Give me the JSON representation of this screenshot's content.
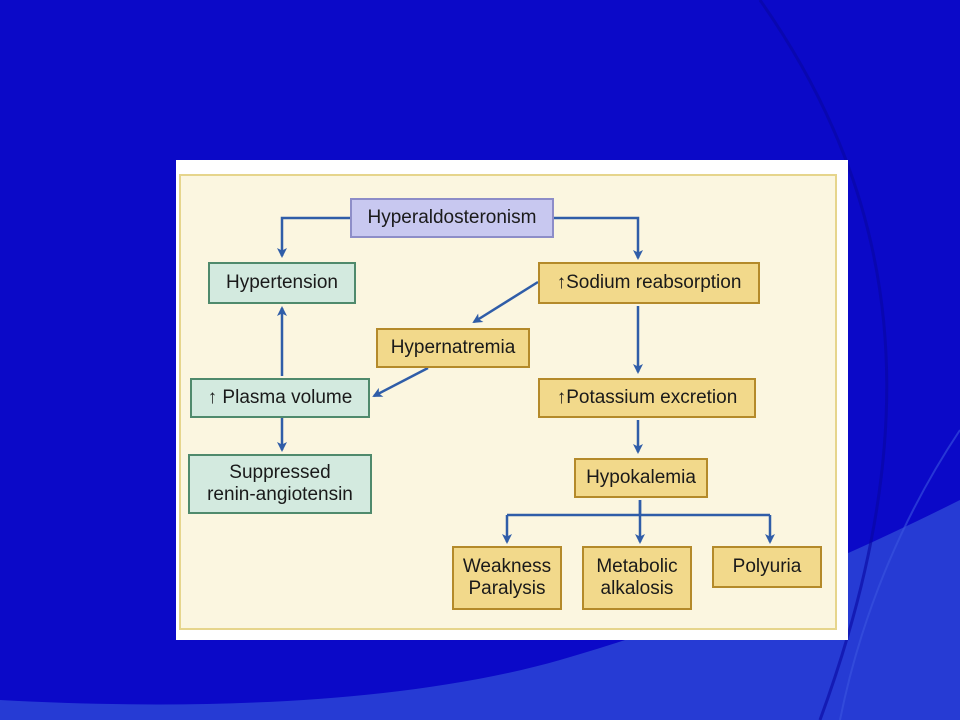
{
  "colors": {
    "background": "#0b09c8",
    "panel": "#fbf6e0",
    "arrow": "#2f5da8",
    "cause_box": "#c8c8f0",
    "green_box": "#d3eadf",
    "yellow_box": "#f2d98b"
  },
  "diagram": {
    "nodes": {
      "hyperaldosteronism": "Hyperaldosteronism",
      "hypertension": "Hypertension",
      "sodium_reabsorption": "↑Sodium reabsorption",
      "hypernatremia": "Hypernatremia",
      "plasma_volume": "↑ Plasma volume",
      "potassium_excretion": "↑Potassium excretion",
      "suppressed_renin": "Suppressed\nrenin-angiotensin",
      "hypokalemia": "Hypokalemia",
      "weakness_paralysis": "Weakness\nParalysis",
      "metabolic_alkalosis": "Metabolic\nalkalosis",
      "polyuria": "Polyuria"
    },
    "edges": [
      [
        "hyperaldosteronism",
        "hypertension"
      ],
      [
        "hyperaldosteronism",
        "sodium_reabsorption"
      ],
      [
        "sodium_reabsorption",
        "hypernatremia"
      ],
      [
        "sodium_reabsorption",
        "potassium_excretion"
      ],
      [
        "hypernatremia",
        "plasma_volume"
      ],
      [
        "plasma_volume",
        "hypertension"
      ],
      [
        "plasma_volume",
        "suppressed_renin"
      ],
      [
        "potassium_excretion",
        "hypokalemia"
      ],
      [
        "hypokalemia",
        "weakness_paralysis"
      ],
      [
        "hypokalemia",
        "metabolic_alkalosis"
      ],
      [
        "hypokalemia",
        "polyuria"
      ]
    ]
  }
}
